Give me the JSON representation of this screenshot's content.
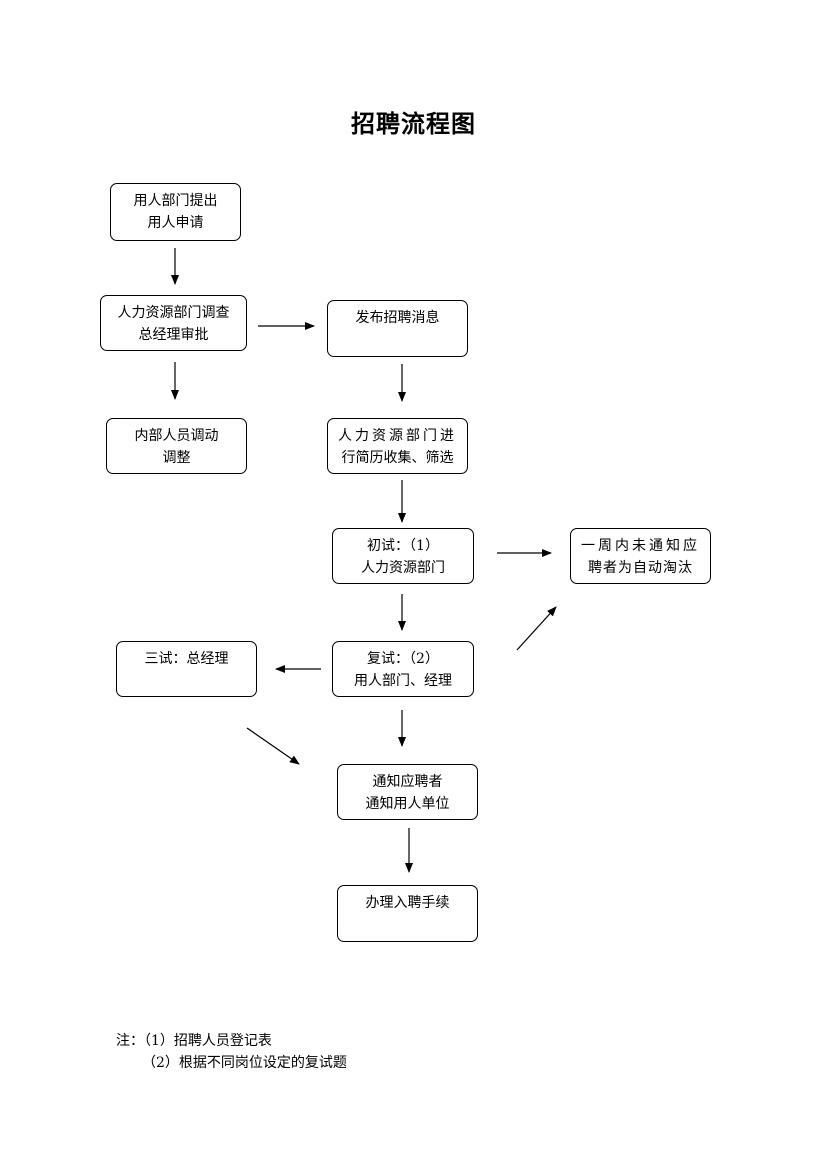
{
  "title": "招聘流程图",
  "boxes": {
    "request": [
      "用人部门提出",
      "用人申请"
    ],
    "hr_review": [
      "人力资源部门调查",
      "总经理审批"
    ],
    "internal": [
      "内部人员调动",
      "调整"
    ],
    "publish": [
      "发布招聘消息"
    ],
    "collect": [
      "人力资源部门进",
      "行简历收集、筛选"
    ],
    "first": [
      "初试：（1）",
      "人力资源部门"
    ],
    "eliminate": [
      "一周内未通知应",
      "聘者为自动淘汰"
    ],
    "second": [
      "复试：（2）",
      "用人部门、经理"
    ],
    "third": [
      "三试：总经理"
    ],
    "notify": [
      "通知应聘者",
      "通知用人单位"
    ],
    "onboard": [
      "办理入聘手续"
    ]
  },
  "notes": {
    "line1": "注：（1）招聘人员登记表",
    "line2": "（2）根据不同岗位设定的复试题"
  }
}
